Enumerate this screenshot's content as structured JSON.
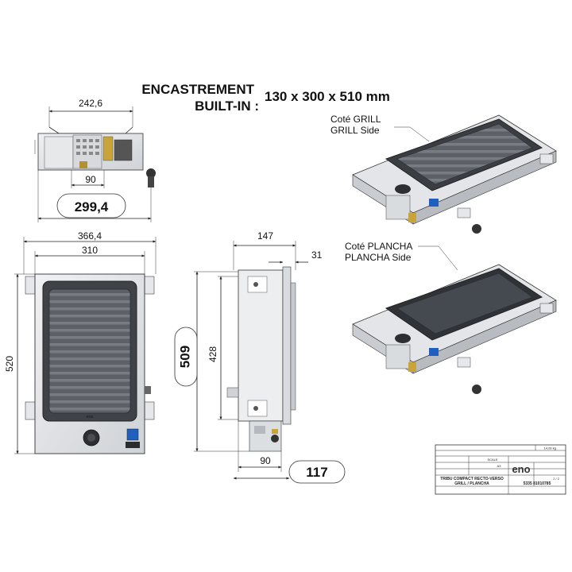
{
  "header": {
    "line1": "ENCASTREMENT",
    "line2": "BUILT-IN :",
    "size": "130 x 300 x 510  mm"
  },
  "dimensions": {
    "top_width": "242,6",
    "top_knob_offset": "90",
    "top_overall": "299,4",
    "front_overall_width": "366,4",
    "front_inner_width": "310",
    "front_height": "520",
    "front_cutout": "509",
    "side_depth": "147",
    "side_lip": "31",
    "side_height": "428",
    "side_bottom_offset": "90",
    "side_bottom_overall": "117"
  },
  "labels": {
    "grill_fr": "Coté GRILL",
    "grill_en": "GRILL Side",
    "plancha_fr": "Coté PLANCHA",
    "plancha_en": "PLANCHA Side",
    "logo": "eno"
  },
  "titleblock": {
    "product_line1": "TRIBU COMPACT RECTO-VERSO",
    "product_line2": "GRILL  /  PLANCHA",
    "ref": "5335 81010785",
    "sheet": "2 / 2",
    "weight": "14,00 kg",
    "scale": "SCALE",
    "format": "A3",
    "brand": "eno"
  }
}
